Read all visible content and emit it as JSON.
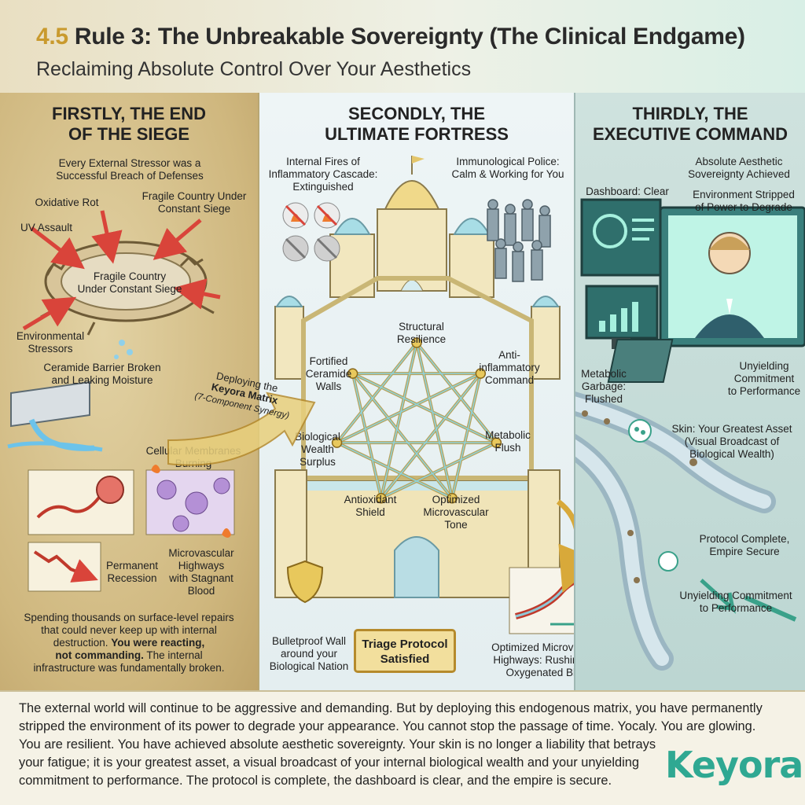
{
  "header": {
    "number": "4.5",
    "title": "Rule 3: The Unbreakable Sovereignty (The Clinical Endgame)",
    "subtitle": "Reclaiming Absolute Control Over Your Aesthetics"
  },
  "panel1": {
    "heading_line1": "FIRSTLY, THE END",
    "heading_line2": "OF THE SIEGE",
    "breach_line1": "Every External Stressor was a",
    "breach_line2": "Successful Breach of Defenses",
    "oxidative": "Oxidative Rot",
    "fragile_top_line1": "Fragile Country Under",
    "fragile_top_line2": "Constant Siege",
    "uv": "UV Assault",
    "fragile_center_line1": "Fragile Country",
    "fragile_center_line2": "Under Constant Siege",
    "env_line1": "Environmental",
    "env_line2": "Stressors",
    "ceramide_line1": "Ceramide Barrier Broken",
    "ceramide_line2": "and Leaking Moisture",
    "membranes_line1": "Cellular Membranes",
    "membranes_line2": "Burning",
    "recession_line1": "Permanent",
    "recession_line2": "Recession",
    "highways_line1": "Microvascular",
    "highways_line2": "Highways",
    "highways_line3": "with Stagnant",
    "highways_line4": "Blood",
    "spending_line1": "Spending thousands on surface-level repairs",
    "spending_line2": "that could never keep up with internal",
    "spending_line3a": "destruction.",
    "spending_line3b": "You were reacting,",
    "spending_line4a": "not commanding.",
    "spending_line4b": "The internal",
    "spending_line5": "infrastructure was fundamentally broken."
  },
  "banner": {
    "line1": "Deploying the",
    "line2": "Keyora Matrix",
    "line3": "(7-Component Synergy)"
  },
  "panel2": {
    "heading_line1": "SECONDLY, THE",
    "heading_line2": "ULTIMATE FORTRESS",
    "fires_line1": "Internal Fires of",
    "fires_line2": "Inflammatory Cascade:",
    "fires_line3": "Extinguished",
    "police_line1": "Immunological Police:",
    "police_line2": "Calm & Working for You",
    "structural_line1": "Structural",
    "structural_line2": "Resilience",
    "fortified_line1": "Fortified",
    "fortified_line2": "Ceramide",
    "fortified_line3": "Walls",
    "anti_line1": "Anti-",
    "anti_line2": "inflammatory",
    "anti_line3": "Command",
    "wealth_line1": "Biological",
    "wealth_line2": "Wealth",
    "wealth_line3": "Surplus",
    "flush_line1": "Metabolic",
    "flush_line2": "Flush",
    "antioxidant_line1": "Antioxidant",
    "antioxidant_line2": "Shield",
    "tone_line1": "Optimized",
    "tone_line2": "Microvascular",
    "tone_line3": "Tone",
    "bulletproof_line1": "Bulletproof Wall",
    "bulletproof_line2": "around your",
    "bulletproof_line3": "Biological Nation",
    "triage_line1": "Triage Protocol",
    "triage_line2": "Satisfied",
    "oxy_line1": "Optimized Microvascular",
    "oxy_line2": "Highways: Rushing with",
    "oxy_line3": "Oxygenated Blood"
  },
  "panel3": {
    "heading_line1": "THIRDLY, THE",
    "heading_line2": "EXECUTIVE COMMAND",
    "sovereignty_line1": "Absolute Aesthetic",
    "sovereignty_line2": "Sovereignty Achieved",
    "dashboard": "Dashboard: Clear",
    "stripped_line1": "Environment Stripped",
    "stripped_line2": "of Power to Degrade",
    "unyielding_line1": "Unyielding",
    "unyielding_line2": "Commitment",
    "unyielding_line3": "to Performance",
    "garbage_line1": "Metabolic",
    "garbage_line2": "Garbage:",
    "garbage_line3": "Flushed",
    "asset_line1": "Skin: Your Greatest Asset",
    "asset_line2": "(Visual Broadcast of",
    "asset_line3": "Biological Wealth)",
    "complete_line1": "Protocol Complete,",
    "complete_line2": "Empire Secure",
    "unyielding2_line1": "Unyielding Commitment",
    "unyielding2_line2": "to Performance"
  },
  "footer": {
    "line1": "The external world will continue to be aggressive and demanding. But by deploying this endogenous matrix, you have permanently",
    "line2": "stripped the environment of its power to degrade your appearance. You cannot stop the passage of time. Yocaly. You are glowing.",
    "line3": "You are resilient. You have achieved absolute aesthetic sovereignty. Your skin is no longer a liability that betrays",
    "line4": "your fatigue; it is your greatest asset, a visual broadcast of your internal biological wealth and your unyielding",
    "line5": "commitment to performance. The protocol is complete, the dashboard is clear, and the empire is secure."
  },
  "logo": {
    "text": "Keyora"
  },
  "colors": {
    "gold": "#c99a2e",
    "teal": "#2fa892",
    "siege_bg": "#cfb77e",
    "fortress_bg": "#e4eef0",
    "command_bg": "#bcd6d2",
    "alert_red": "#d9443a"
  }
}
